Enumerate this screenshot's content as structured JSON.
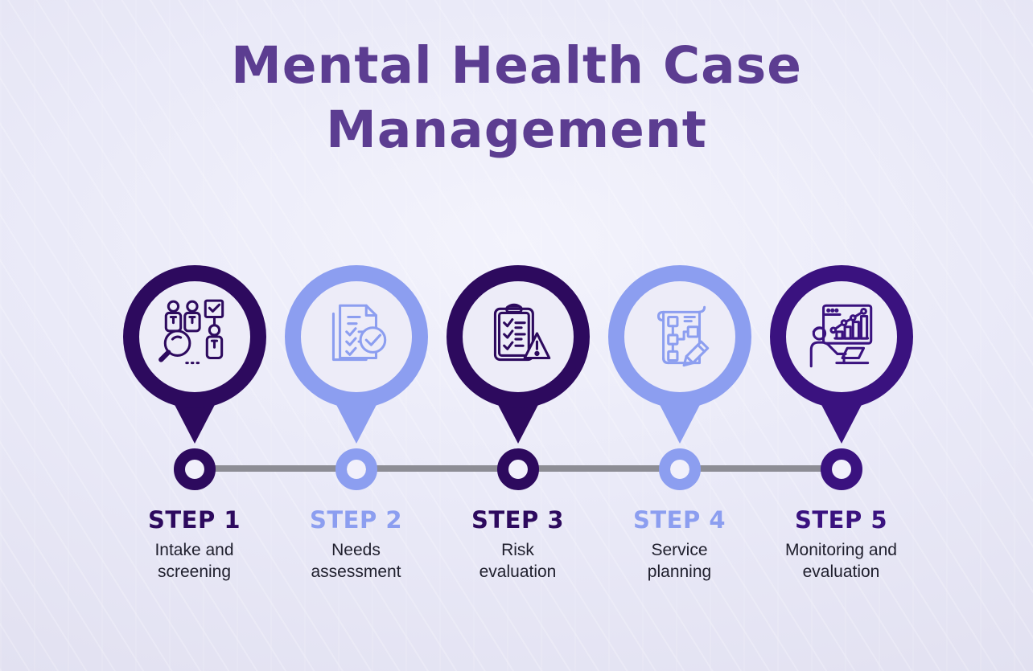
{
  "title": {
    "line1": "Mental Health Case",
    "line2": "Management",
    "full": "Mental Health Case Management"
  },
  "colors": {
    "background": "#e2e1f1",
    "background_highlight": "#f3f3fc",
    "title": "#5c3d91",
    "dark_purple": "#2d0a5e",
    "indigo": "#3a127f",
    "periwinkle": "#8c9ef0",
    "timeline_gray": "#8d8d95",
    "description_text": "#20202e",
    "circle_inner": "#edecf8"
  },
  "timeline": {
    "step_count": 5
  },
  "steps": [
    {
      "label": "STEP 1",
      "description": "Intake and screening",
      "desc_line1": "Intake and",
      "desc_line2": "screening",
      "theme": "dark",
      "color": "#2d0a5e",
      "icon": "intake-screening-people-search-icon"
    },
    {
      "label": "STEP 2",
      "description": "Needs assessment",
      "desc_line1": "Needs",
      "desc_line2": "assessment",
      "theme": "light",
      "color": "#8c9ef0",
      "icon": "needs-assessment-checklist-icon"
    },
    {
      "label": "STEP 3",
      "description": "Risk evaluation",
      "desc_line1": "Risk",
      "desc_line2": "evaluation",
      "theme": "dark",
      "color": "#2d0a5e",
      "icon": "risk-evaluation-clipboard-warning-icon"
    },
    {
      "label": "STEP 4",
      "description": "Service planning",
      "desc_line1": "Service",
      "desc_line2": "planning",
      "theme": "light",
      "color": "#8c9ef0",
      "icon": "service-planning-flowchart-pencil-icon"
    },
    {
      "label": "STEP 5",
      "description": "Monitoring and evaluation",
      "desc_line1": "Monitoring and",
      "desc_line2": "evaluation",
      "theme": "dark",
      "color": "#3a127f",
      "icon": "monitoring-evaluation-analytics-icon"
    }
  ]
}
